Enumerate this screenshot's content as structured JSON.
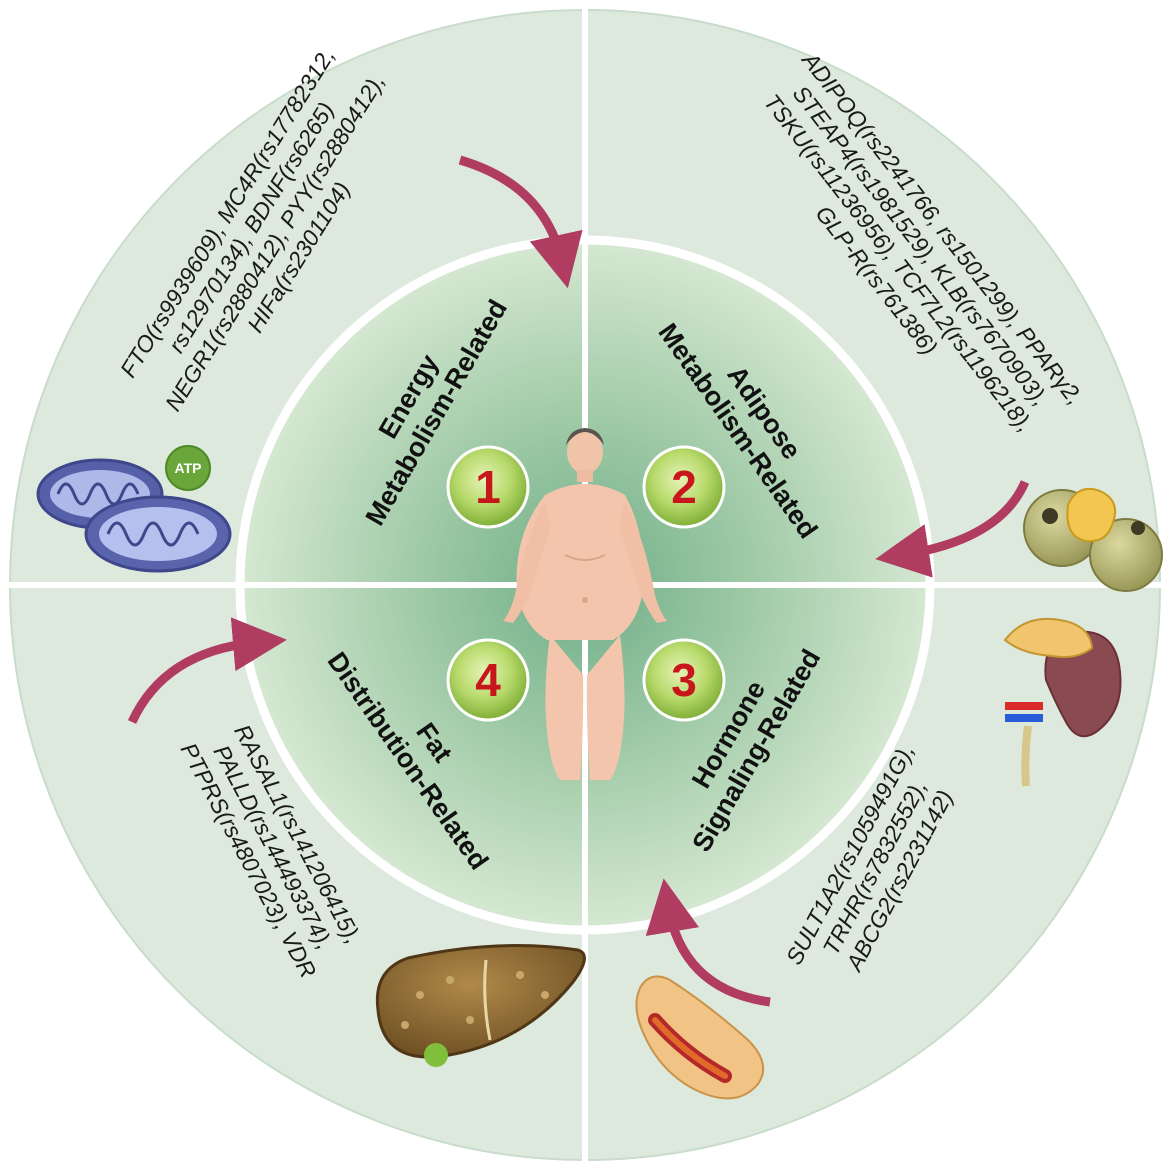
{
  "colors": {
    "outer_ring": "#dde9dd",
    "inner_ring": "#d6e8d2",
    "center_glow": "#77b68f",
    "divider": "#ffffff",
    "arrow": "#b03c62",
    "badge": "#a6cd54",
    "number": "#c8161d"
  },
  "quadrants": [
    {
      "number": "1",
      "category_lines": [
        "Energy",
        "Metabolism-Related"
      ],
      "gene_lines": [
        "FTO(rs9939609), MC4R(rs17782312,",
        "rs12970134), BDNF(rs6265)",
        "NEGR1(rs2880412), PYY(rs2880412),",
        "HIFa(rs2301104)"
      ],
      "organ": "mitochondria-icon"
    },
    {
      "number": "2",
      "category_lines": [
        "Adipose",
        "Metabolism-Related"
      ],
      "gene_lines": [
        "ADIPOQ(rs2241766, rs1501299), PPARγ2,",
        "STEAP4(rs1981529), KLB(rs7670903),",
        "TSKU(rs11236956), TCF7L2(rs1196218),",
        "GLP-R(rs761386)"
      ],
      "organ": "fat-cells-icon"
    },
    {
      "number": "3",
      "category_lines": [
        "Hormone",
        "Signaling-Related"
      ],
      "gene_lines": [
        "SULT1A2(rs1059491G),",
        "TRHR(rs7832552),",
        "ABCG2(rs2231142)"
      ],
      "organ": "adrenal-kidney-icon"
    },
    {
      "number": "4",
      "category_lines": [
        "Fat",
        "Distribution-Related"
      ],
      "gene_lines": [
        "RASAL1(rs141206415),",
        "PALLD(rs144493374),",
        "PTPRS(rs4807023), VDR"
      ],
      "organ": "liver-icon"
    }
  ],
  "atp_label": "ATP"
}
